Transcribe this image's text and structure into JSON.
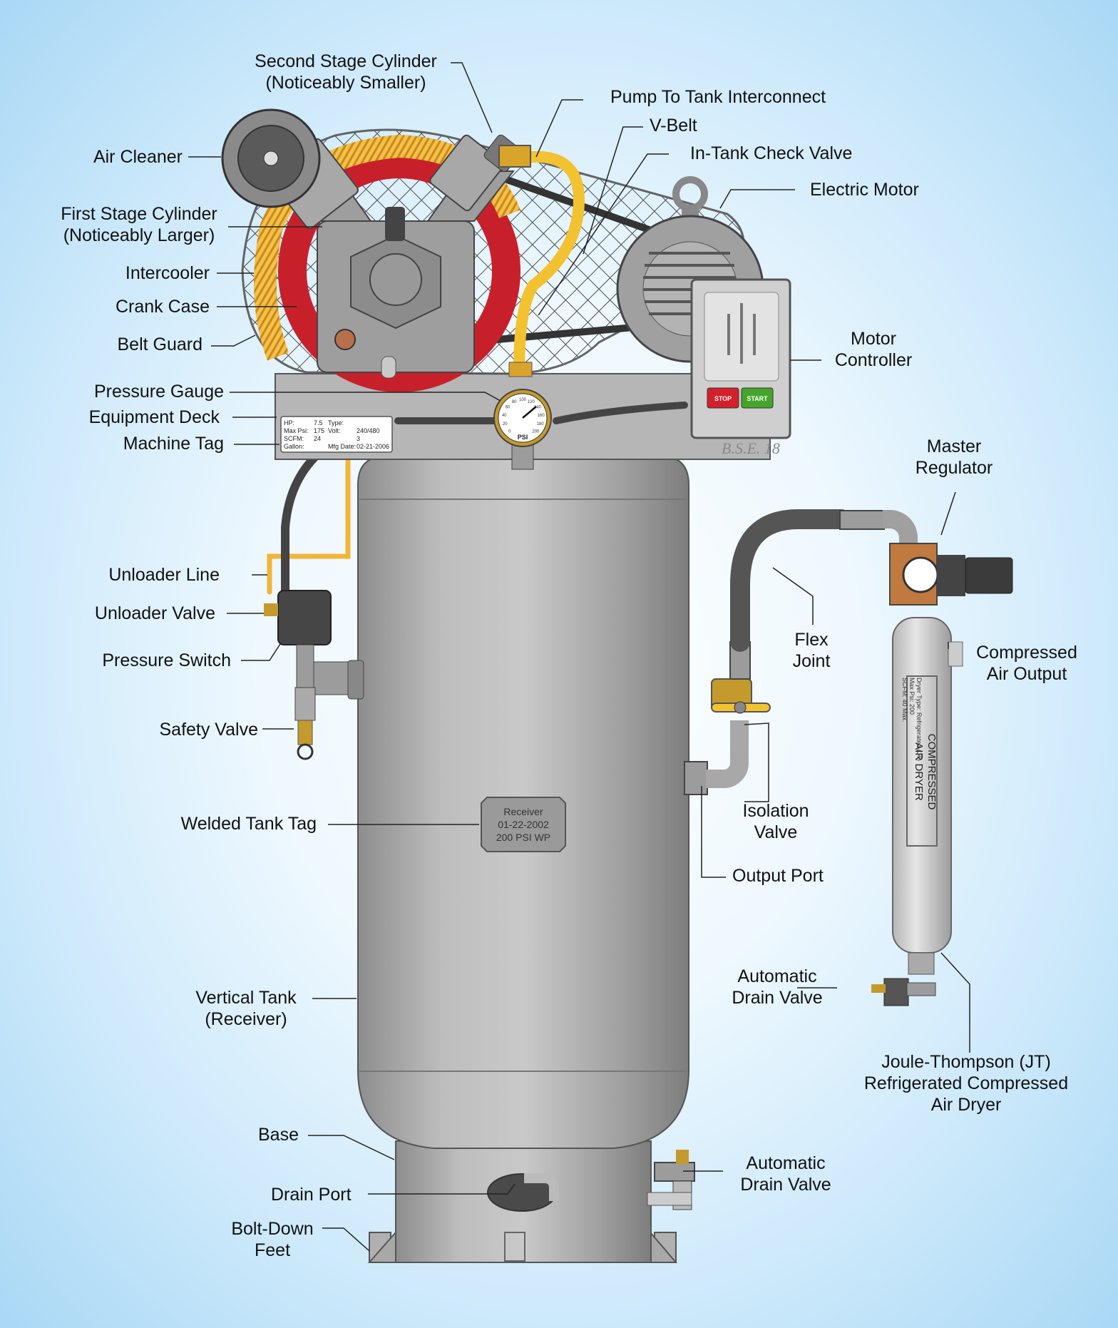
{
  "labels": {
    "second_stage_cylinder": [
      "Second Stage Cylinder",
      "(Noticeably Smaller)"
    ],
    "pump_to_tank": "Pump To Tank Interconnect",
    "v_belt": "V-Belt",
    "in_tank_check_valve": "In-Tank Check Valve",
    "electric_motor": "Electric Motor",
    "air_cleaner": "Air Cleaner",
    "first_stage_cylinder": [
      "First Stage Cylinder",
      "(Noticeably Larger)"
    ],
    "intercooler": "Intercooler",
    "crank_case": "Crank Case",
    "belt_guard": "Belt Guard",
    "motor_controller": [
      "Motor",
      "Controller"
    ],
    "pressure_gauge": "Pressure Gauge",
    "equipment_deck": "Equipment Deck",
    "machine_tag": "Machine Tag",
    "master_regulator": [
      "Master",
      "Regulator"
    ],
    "unloader_line": "Unloader Line",
    "unloader_valve": "Unloader Valve",
    "pressure_switch": "Pressure Switch",
    "flex_joint": [
      "Flex",
      "Joint"
    ],
    "compressed_air_output": [
      "Compressed",
      "Air Output"
    ],
    "safety_valve": "Safety Valve",
    "isolation_valve": [
      "Isolation",
      "Valve"
    ],
    "welded_tank_tag": "Welded Tank Tag",
    "output_port": "Output Port",
    "automatic_drain_valve_dryer": [
      "Automatic",
      "Drain Valve"
    ],
    "vertical_tank": [
      "Vertical Tank",
      "(Receiver)"
    ],
    "jt_dryer": [
      "Joule-Thompson (JT)",
      "Refrigerated Compressed",
      "Air Dryer"
    ],
    "base": "Base",
    "automatic_drain_valve_tank": [
      "Automatic",
      "Drain Valve"
    ],
    "drain_port": "Drain Port",
    "bolt_down_feet": [
      "Bolt-Down",
      "Feet"
    ]
  },
  "controller": {
    "stop": "STOP",
    "start": "START"
  },
  "machine_tag": {
    "rows": [
      [
        "HP:",
        "7.5",
        "Type:",
        ""
      ],
      [
        "Max Psi:",
        "175",
        "Volt:",
        "240/480"
      ],
      [
        "SCFM:",
        "24",
        "",
        "3"
      ],
      [
        "Gallon:",
        "",
        "Mfg Date:",
        "02-21-2006"
      ]
    ]
  },
  "tank_tag": [
    "Receiver",
    "01-22-2002",
    "200 PSI WP"
  ],
  "gauge": {
    "unit": "PSI",
    "ticks": [
      "0",
      "20",
      "40",
      "60",
      "80",
      "100",
      "120",
      "140",
      "160",
      "180",
      "200"
    ]
  },
  "signature": "B.S.E. 18",
  "dryer_text": {
    "title": [
      "COMPRESSED",
      "AIR DRYER"
    ],
    "specs": [
      "Dryer Type: Refrigerated (JT)",
      "Max Psi:    200",
      "SCFM:       40 Max."
    ]
  },
  "colors": {
    "tank": "#a9a9a9",
    "metal_dark": "#5e5e5e",
    "intercooler": "#f2b53a",
    "flywheel": "#c8202a",
    "stop_button": "#d4202a",
    "start_button": "#45a52b",
    "brass": "#c88b3a"
  }
}
